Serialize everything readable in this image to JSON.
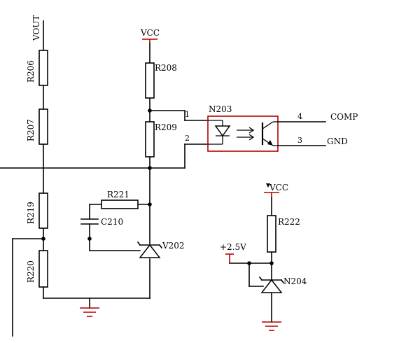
{
  "nets": {
    "vout": "VOUT",
    "vcc_top": "VCC",
    "vcc_right": "VCC",
    "v25": "+2.5V",
    "comp": "COMP",
    "gnd": "GND"
  },
  "resistors": {
    "r206": "R206",
    "r207": "R207",
    "r219": "R219",
    "r220": "R220",
    "r208": "R208",
    "r209": "R209",
    "r221": "R221",
    "r222": "R222"
  },
  "capacitors": {
    "c210": "C210"
  },
  "regulators": {
    "v202": "V202",
    "n204": "N204"
  },
  "optocoupler": {
    "ref": "N203",
    "pin1": "1",
    "pin2": "2",
    "pin3": "3",
    "pin4": "4"
  }
}
